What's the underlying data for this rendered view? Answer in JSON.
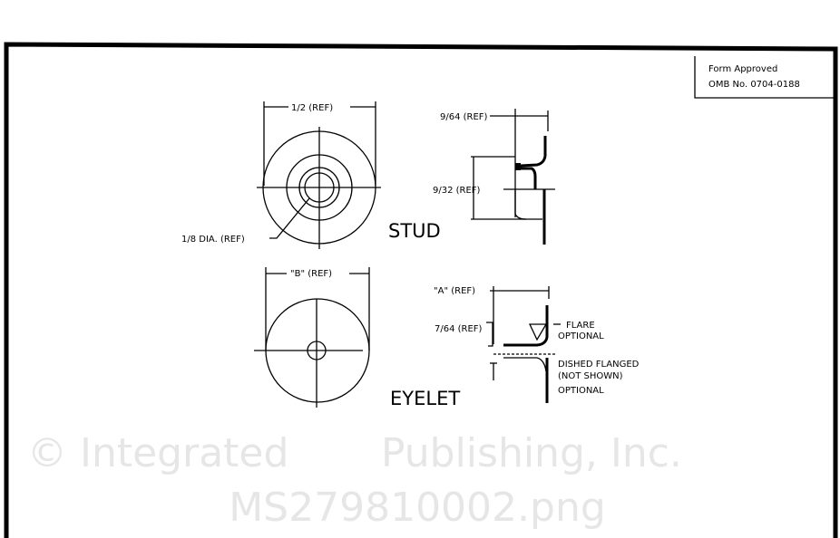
{
  "form_box": {
    "line1": "Form Approved",
    "line2": "OMB No. 0704-0188"
  },
  "watermark": {
    "line1": "© Integrated",
    "line2": "Publishing, Inc.",
    "line3": "MS279810002.png"
  },
  "stud": {
    "title": "STUD",
    "dim_diameter": "1/2 (REF)",
    "dim_hole": "1/8 DIA. (REF)",
    "dim_side_width": "9/64 (REF)",
    "dim_side_height": "9/32 (REF)"
  },
  "eyelet": {
    "title": "EYELET",
    "dim_diameter": "\"B\" (REF)",
    "dim_side_width": "\"A\" (REF)",
    "dim_side_height": "7/64 (REF)",
    "note_flare_1": "FLARE",
    "note_flare_2": "OPTIONAL",
    "note_dished_1": "DISHED FLANGED",
    "note_dished_2": "(NOT SHOWN)",
    "note_dished_3": "OPTIONAL"
  }
}
